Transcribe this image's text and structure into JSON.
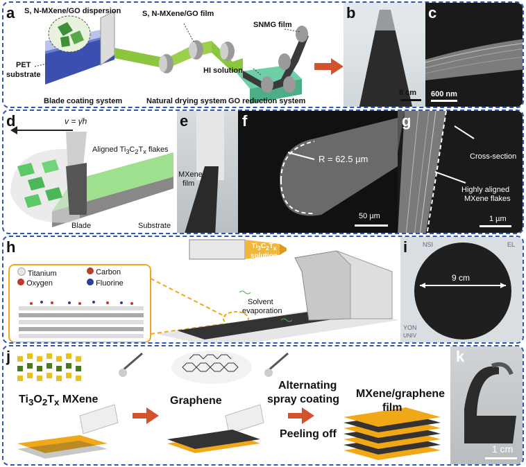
{
  "row1": {
    "a": {
      "label": "a",
      "dispersion": "S, N-MXene/GO dispersion",
      "film": "S, N-MXene/GO film",
      "snmg": "SNMG film",
      "pet": "PET",
      "substrate": "substrate",
      "hi": "HI solution",
      "blade_system": "Blade coating system",
      "drying_system": "Natural drying system",
      "reduction_system": "GO reduction system"
    },
    "b": {
      "label": "b",
      "scale": "8 cm"
    },
    "c": {
      "label": "c",
      "scale": "600 nm"
    }
  },
  "row2": {
    "d": {
      "label": "d",
      "velocity": "v = γ̇h",
      "aligned_prefix": "Aligned Ti",
      "aligned_c": "C",
      "aligned_t": "T",
      "aligned_suffix": " flakes",
      "sub3": "3",
      "sub2": "2",
      "subx": "x",
      "blade": "Blade",
      "substrate": "Substrate"
    },
    "e": {
      "label": "e",
      "mxene": "MXene",
      "film": "film"
    },
    "f": {
      "label": "f",
      "radius": "R = 62.5 µm",
      "scale": "50 µm"
    },
    "g": {
      "label": "g",
      "cross": "Cross-section",
      "aligned1": "Highly aligned",
      "aligned2": "MXene flakes",
      "scale": "1 µm"
    }
  },
  "row3": {
    "h": {
      "label": "h",
      "legend": [
        "Titanium",
        "Carbon",
        "Oxygen",
        "Fluorine"
      ],
      "legend_colors": [
        "#e6e6e6",
        "#b5402a",
        "#c0392b",
        "#2b3f9a"
      ],
      "solution_prefix": "Ti",
      "solution_c": "C",
      "solution_t": "T",
      "sub3": "3",
      "sub2": "2",
      "subx": "x",
      "solution": "solution",
      "solvent": "Solvent",
      "evaporation": "evaporation"
    },
    "i": {
      "label": "i",
      "diameter": "9 cm",
      "bg1": "NSI",
      "bg2": "EL",
      "bg3": "YON",
      "bg4": "UNIV"
    }
  },
  "row4": {
    "j": {
      "label": "j",
      "mxene_prefix": "Ti",
      "mxene_o": "O",
      "mxene_t": "T",
      "mxene_suffix": " MXene",
      "sub3": "3",
      "sub2": "2",
      "subx": "x",
      "graphene": "Graphene",
      "alternating1": "Alternating",
      "alternating2": "spray coating",
      "peeling": "Peeling off",
      "result1": "MXene/graphene",
      "result2": "film"
    },
    "k": {
      "label": "k",
      "scale": "1 cm"
    }
  },
  "colors": {
    "border": "#2f55b4",
    "arrow": "#d2532e",
    "green": "#8cc63f",
    "gold": "#f0a818"
  }
}
